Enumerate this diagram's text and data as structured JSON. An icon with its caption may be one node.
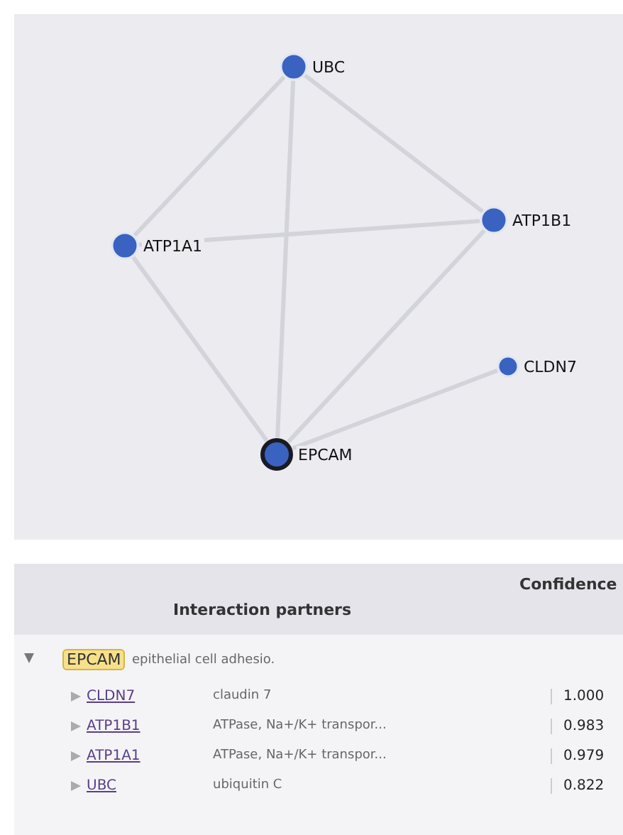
{
  "diagram": {
    "nodes": [
      {
        "text": [
          "UBC"
        ]
      },
      {
        "text": [
          "ATP1A1"
        ]
      },
      {
        "text": [
          "ATP1B1"
        ]
      },
      {
        "text": [
          "CLDN7"
        ]
      },
      {
        "text": [
          "EPCAM"
        ]
      }
    ],
    "edges": [
      {
        "from": 0,
        "to": 1,
        "arrow": "none"
      },
      {
        "from": 0,
        "to": 2,
        "arrow": "none"
      },
      {
        "from": 0,
        "to": 4,
        "arrow": "none"
      },
      {
        "from": 1,
        "to": 2,
        "arrow": "none"
      },
      {
        "from": 1,
        "to": 4,
        "arrow": "none"
      },
      {
        "from": 2,
        "to": 4,
        "arrow": "none"
      },
      {
        "from": 3,
        "to": 4,
        "arrow": "none"
      }
    ],
    "labels": [
      "Confidence",
      "Interaction partners",
      "EPCAM",
      "epithelial cell adhesio.",
      "CLDN7",
      "claudin 7",
      "1.000",
      "ATP1B1",
      "ATPase, Na+/K+ transpor...",
      "0.983",
      "ATP1A1",
      "ATPase, Na+/K+ transpor...",
      "0.979",
      "UBC",
      "ubiquitin C",
      "0.822"
    ]
  }
}
